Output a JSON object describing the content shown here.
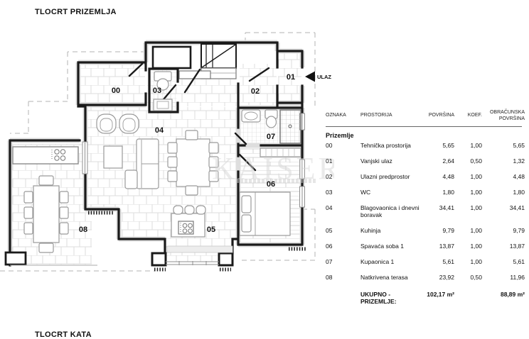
{
  "page": {
    "title": "TLOCRT PRIZEMLJA",
    "footer_title": "TLOCRT KATA"
  },
  "plan": {
    "entrance_label": "ULAZ",
    "watermark": "KAISER",
    "rooms": {
      "r00": "00",
      "r01": "01",
      "r02": "02",
      "r03": "03",
      "r04": "04",
      "r05": "05",
      "r06": "06",
      "r07": "07",
      "r08": "08"
    }
  },
  "colors": {
    "wall": "#1a1a1a",
    "wall_backing": "#d8d8d8",
    "tile_line": "#dcdcdc",
    "dashed_line": "#b3b3b3",
    "furniture_line": "#9a9a9a"
  },
  "table": {
    "headers": {
      "oznaka": "OZNAKA",
      "prostorija": "PROSTORIJA",
      "povrsina": "POVRŠINA",
      "koef": "KOEF.",
      "obracunska_line1": "OBRAČUNSKA",
      "obracunska_line2": "POVRŠINA"
    },
    "section": "Prizemlje",
    "rows": [
      {
        "code": "00",
        "name": "Tehnička prostorija",
        "area": "5,65",
        "coef": "1,00",
        "calc": "5,65"
      },
      {
        "code": "01",
        "name": "Vanjski ulaz",
        "area": "2,64",
        "coef": "0,50",
        "calc": "1,32"
      },
      {
        "code": "02",
        "name": "Ulazni predprostor",
        "area": "4,48",
        "coef": "1,00",
        "calc": "4,48"
      },
      {
        "code": "03",
        "name": "WC",
        "area": "1,80",
        "coef": "1,00",
        "calc": "1,80"
      },
      {
        "code": "04",
        "name": "Blagovaonica i dnevni boravak",
        "area": "34,41",
        "coef": "1,00",
        "calc": "34,41"
      },
      {
        "code": "05",
        "name": "Kuhinja",
        "area": "9,79",
        "coef": "1,00",
        "calc": "9,79"
      },
      {
        "code": "06",
        "name": "Spavaća soba 1",
        "area": "13,87",
        "coef": "1,00",
        "calc": "13,87"
      },
      {
        "code": "07",
        "name": "Kupaonica 1",
        "area": "5,61",
        "coef": "1,00",
        "calc": "5,61"
      },
      {
        "code": "08",
        "name": "Natkrivena terasa",
        "area": "23,92",
        "coef": "0,50",
        "calc": "11,96"
      }
    ],
    "total": {
      "label": "UKUPNO - PRIZEMLJE:",
      "area": "102,17 m²",
      "calc": "88,89 m²"
    }
  }
}
